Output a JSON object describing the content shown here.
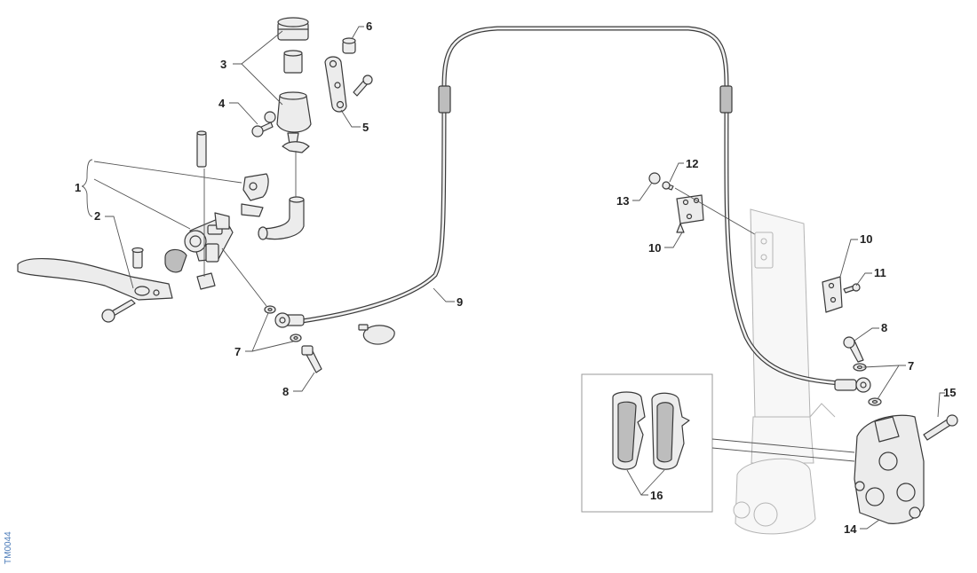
{
  "figure": {
    "reference_code": "TM0044",
    "callouts": {
      "c1": "1",
      "c2": "2",
      "c3": "3",
      "c4": "4",
      "c5": "5",
      "c6": "6",
      "c7a": "7",
      "c7b": "7",
      "c8a": "8",
      "c8b": "8",
      "c9": "9",
      "c10a": "10",
      "c10b": "10",
      "c11": "11",
      "c12": "12",
      "c13": "13",
      "c14": "14",
      "c15": "15",
      "c16": "16"
    }
  },
  "colors": {
    "line": "#3a3a3a",
    "part_fill": "#ececec",
    "ghost": "#b4b4b4",
    "ref_code": "#4a7ab8"
  },
  "icons": [
    "master-cylinder-icon",
    "reservoir-icon",
    "brake-lever-icon",
    "brake-hose-icon",
    "caliper-icon",
    "brake-pad-icon",
    "bolt-icon",
    "washer-icon",
    "bracket-icon"
  ]
}
